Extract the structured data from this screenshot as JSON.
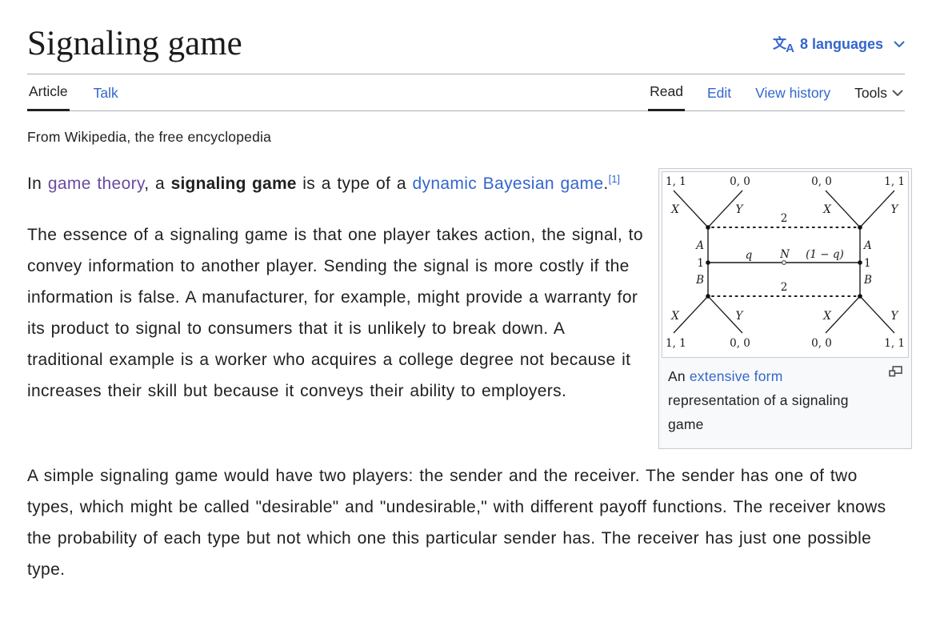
{
  "header": {
    "title": "Signaling game",
    "languages_label": "8 languages",
    "languages_icon_zh": "文",
    "languages_icon_en": "A"
  },
  "tabs": {
    "article": "Article",
    "talk": "Talk",
    "read": "Read",
    "edit": "Edit",
    "view_history": "View history",
    "tools": "Tools"
  },
  "subtitle": "From Wikipedia, the free encyclopedia",
  "article": {
    "paragraph1_segments": [
      {
        "type": "text",
        "text": "In "
      },
      {
        "type": "link",
        "text": "game theory",
        "visited": true,
        "name": "game-theory-link"
      },
      {
        "type": "text",
        "text": ", a "
      },
      {
        "type": "bold",
        "text": "signaling game"
      },
      {
        "type": "text",
        "text": " is a type of a "
      },
      {
        "type": "link",
        "text": "dynamic Bayesian game",
        "visited": false,
        "name": "dynamic-bayesian-game-link"
      },
      {
        "type": "text",
        "text": "."
      },
      {
        "type": "ref",
        "text": "[1]",
        "name": "reference-1-link"
      }
    ],
    "paragraph2": "The essence of a signaling game is that one player takes action, the signal, to convey information to another player. Sending the signal is more costly if the information is false. A manufacturer, for example, might provide a warranty for its product to signal to consumers that it is unlikely to break down. A traditional example is a worker who acquires a college degree not because it increases their skill but because it conveys their ability to employers.",
    "paragraph3": "A simple signaling game would have two players: the sender and the receiver. The sender has one of two types, which might be called \"desirable\" and \"undesirable,\" with different payoff functions. The receiver knows the probability of each type but not which one this particular sender has. The receiver has just one possible type."
  },
  "figure": {
    "caption_segments": [
      {
        "type": "text",
        "text": "An "
      },
      {
        "type": "link",
        "text": "extensive form",
        "visited": false,
        "name": "extensive-form-link"
      },
      {
        "type": "text",
        "text": " representation of a signaling game"
      }
    ],
    "diagram": {
      "payoff_top_left": "1, 1",
      "payoff_top_midleft": "0, 0",
      "payoff_top_midright": "0, 0",
      "payoff_top_right": "1, 1",
      "payoff_bottom_left": "1, 1",
      "payoff_bottom_midleft": "0, 0",
      "payoff_bottom_midright": "0, 0",
      "payoff_bottom_right": "1, 1",
      "action_x_top_left": "X",
      "action_y_top_left": "Y",
      "action_x_top_right": "X",
      "action_y_top_right": "Y",
      "action_x_bottom_left": "X",
      "action_y_bottom_left": "Y",
      "action_x_bottom_right": "X",
      "action_y_bottom_right": "Y",
      "player2_top": "2",
      "player2_bottom": "2",
      "type_top_left": "A",
      "player1_left": "1",
      "type_bottom_left": "B",
      "type_top_right": "A",
      "player1_right": "1",
      "type_bottom_right": "B",
      "nature_label": "N",
      "prob_left": "q",
      "prob_right": "(1 − q)"
    }
  },
  "colors": {
    "link": "#3366cc",
    "visited_link": "#6b4ba1",
    "text": "#202122",
    "rule": "#a7adb5",
    "thumb_border": "#c8ccd1",
    "thumb_background": "#f8f9fa"
  }
}
